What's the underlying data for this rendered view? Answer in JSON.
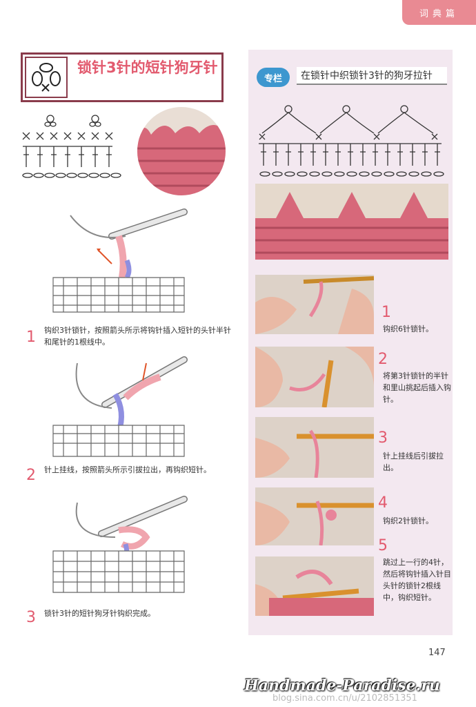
{
  "header": {
    "tab_label": "词典篇"
  },
  "left": {
    "title": "锁针3针的短针狗牙针",
    "steps": [
      {
        "num": "1",
        "text": "钩织3针锁针，按照箭头所示将钩针插入短针的头针半针和尾针的1根线中。"
      },
      {
        "num": "2",
        "text": "针上挂线，按照箭头所示引拔拉出，再钩织短针。"
      },
      {
        "num": "3",
        "text": "锁针3针的短针狗牙针钩织完成。"
      }
    ]
  },
  "right": {
    "badge": "专栏",
    "title": "在锁针中织锁针3针的狗牙拉针",
    "steps": [
      {
        "num": "1",
        "text": "钩织6针锁针。"
      },
      {
        "num": "2",
        "text": "将第3针锁针的半针和里山挑起后插入钩针。"
      },
      {
        "num": "3",
        "text": "针上挂线后引拔拉出。"
      },
      {
        "num": "4",
        "text": "钩织2针锁针。"
      },
      {
        "num": "5",
        "text": "跳过上一行的4针，然后将钩针插入针目头针的锁针2根线中，钩织短针。"
      }
    ]
  },
  "page_number": "147",
  "watermark": {
    "main": "Handmade-Paradise.ru",
    "sub": "blog.sina.com.cn/u/2102851351"
  },
  "colors": {
    "accent": "#e25a6e",
    "tab": "#e98a93",
    "frame": "#8a3b4b",
    "badge": "#3d97cf",
    "panel": "#f3e8f0"
  }
}
